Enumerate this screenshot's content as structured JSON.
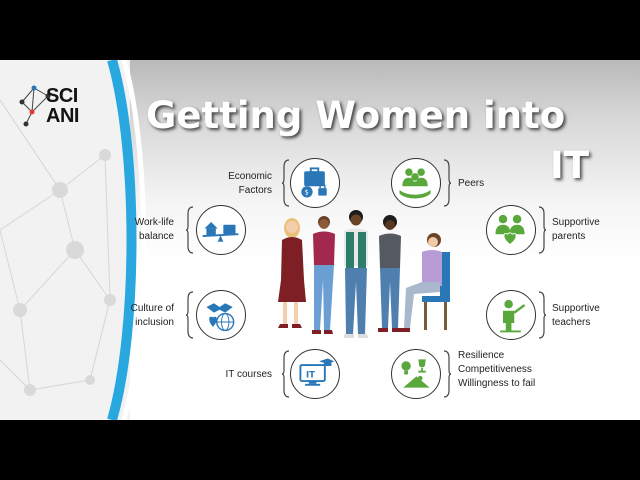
{
  "logo": {
    "line1": "SCI",
    "line2": "ANI"
  },
  "title": {
    "line1": "Getting Women into",
    "line2": "IT"
  },
  "factors": {
    "economic": {
      "line1": "Economic",
      "line2": "Factors",
      "icon": "money-bag-briefcase-lock-icon"
    },
    "worklife": {
      "line1": "Work-life",
      "line2": "balance",
      "icon": "house-seesaw-briefcase-icon"
    },
    "culture": {
      "line1": "Culture of",
      "line2": "inclusion",
      "icon": "handshake-globe-heart-icon"
    },
    "courses": {
      "line1": "IT courses",
      "icon": "monitor-it-graduation-cap-icon"
    },
    "peers": {
      "line1": "Peers",
      "icon": "group-of-people-hands-icon"
    },
    "parents": {
      "line1": "Supportive",
      "line2": "parents",
      "icon": "parents-child-heart-icon"
    },
    "teachers": {
      "line1": "Supportive",
      "line2": "teachers",
      "icon": "teacher-pointing-icon"
    },
    "resilience": {
      "line1": "Resilience",
      "line2": "Competitiveness",
      "line3": "Willingness to fail",
      "icon": "lightbulb-trophy-chess-icon"
    }
  },
  "colors": {
    "blue": "#2a77b8",
    "green": "#5aa73c",
    "accent_arc": "#29a8e0"
  }
}
